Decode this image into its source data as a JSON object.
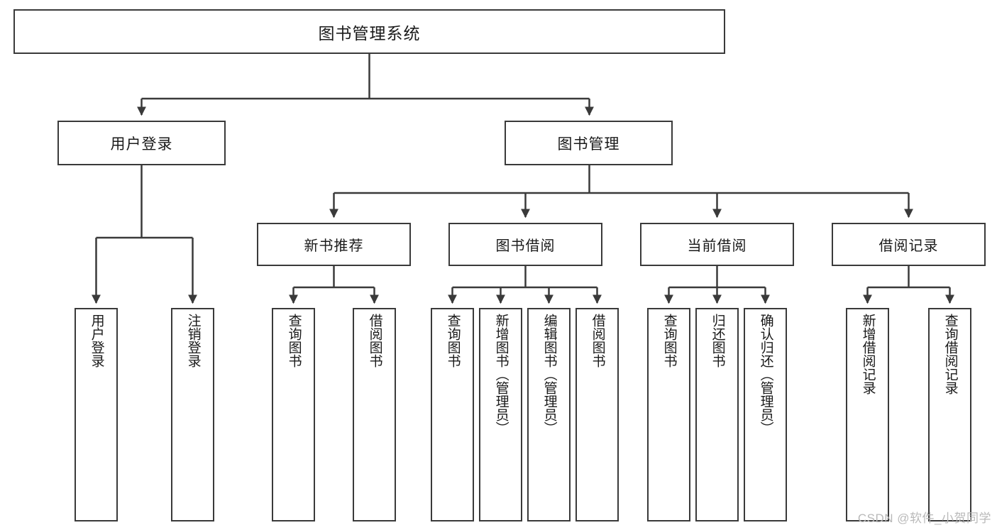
{
  "diagram": {
    "title": "图书管理系统",
    "type": "tree-hierarchy-diagram",
    "watermark": "CSDN @软件_小贺同学",
    "colors": {
      "box_border": "#3a3a3a",
      "connector": "#3a3a3a",
      "background": "#ffffff",
      "text": "#1a1a1a",
      "watermark": "#b9b9b9"
    },
    "root": {
      "label": "图书管理系统"
    },
    "level2": [
      {
        "label": "用户登录"
      },
      {
        "label": "图书管理"
      }
    ],
    "level3": [
      {
        "label": "新书推荐"
      },
      {
        "label": "图书借阅"
      },
      {
        "label": "当前借阅"
      },
      {
        "label": "借阅记录"
      }
    ],
    "leaves": {
      "user_login": [
        {
          "label": "用户登录"
        },
        {
          "label": "注销登录"
        }
      ],
      "new_book_recommend": [
        {
          "label": "查询图书"
        },
        {
          "label": "借阅图书"
        }
      ],
      "book_borrow": [
        {
          "label": "查询图书"
        },
        {
          "label": "新增图书（管理员）"
        },
        {
          "label": "编辑图书（管理员）"
        },
        {
          "label": "借阅图书"
        }
      ],
      "current_borrow": [
        {
          "label": "查询图书"
        },
        {
          "label": "归还图书"
        },
        {
          "label": "确认归还（管理员）"
        }
      ],
      "borrow_record": [
        {
          "label": "新增借阅记录"
        },
        {
          "label": "查询借阅记录"
        }
      ]
    }
  }
}
